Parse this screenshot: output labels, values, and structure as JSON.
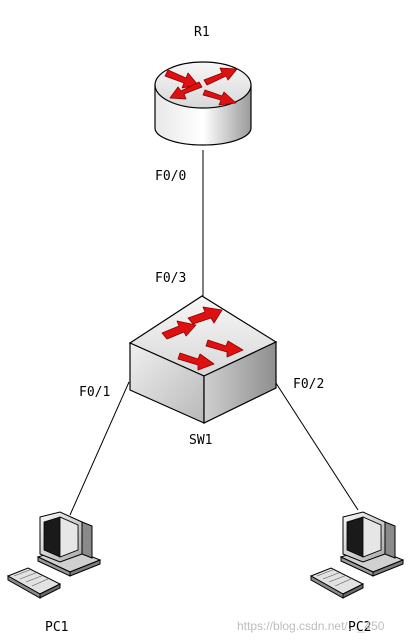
{
  "devices": {
    "router": {
      "name": "R1"
    },
    "switch": {
      "name": "SW1"
    },
    "pc1": {
      "name": "PC1"
    },
    "pc2": {
      "name": "PC2"
    }
  },
  "ports": {
    "r1_f00": "F0/0",
    "sw1_f03": "F0/3",
    "sw1_f01": "F0/1",
    "sw1_f02": "F0/2"
  },
  "watermark": "https://blog.csdn.net/..._450",
  "colors": {
    "arrow": "#e01010",
    "link": "#000000",
    "label": "#000000",
    "watermark": "#bdbdbd"
  },
  "icons": {
    "router": "router-icon",
    "switch": "switch-icon",
    "pc": "pc-icon"
  }
}
